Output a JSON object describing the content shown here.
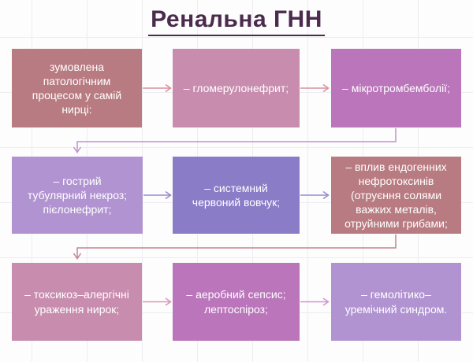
{
  "title": "Ренальна ГНН",
  "boxes": [
    {
      "text": "зумовлена патологічним процесом у самій нирці:",
      "color": "#b87b81"
    },
    {
      "text": "– гломерулонефрит;",
      "color": "#c88dae"
    },
    {
      "text": "– мікротромбемболії;",
      "color": "#ba75bb"
    },
    {
      "text": "– гострий тубулярний некроз; пієлонефрит;",
      "color": "#b193d1"
    },
    {
      "text": "– системний червоний вовчук;",
      "color": "#8a7cc7"
    },
    {
      "text": "– вплив ендогенних нефротоксинів (отруєння солями важких металів, отруйними грибами;",
      "color": "#b87b81"
    },
    {
      "text": "– токсикоз–алергічні ураження нирок;",
      "color": "#c88dae"
    },
    {
      "text": "– аеробний сепсис; лептоспіроз;",
      "color": "#ba75bb"
    },
    {
      "text": "– гемолітико–уремічний синдром.",
      "color": "#b193d1"
    }
  ],
  "palette": {
    "background": "#fdfdfd",
    "grid_line": "#ededf2",
    "title_color": "#4b2a4d",
    "box_text": "#ffffff",
    "rose": "#b87b81",
    "pink": "#c88dae",
    "orchid": "#ba75bb",
    "lilac": "#b193d1",
    "slate": "#8a7cc7",
    "arrow_row1": "#d98f9c",
    "arrow_row2": "#978ace",
    "arrow_row3_left": "#d795bb",
    "arrow_row3_right": "#d393d3",
    "connector_row1_to_row2": "#c48fd2",
    "connector_row2_to_row3": "#c2858f"
  }
}
